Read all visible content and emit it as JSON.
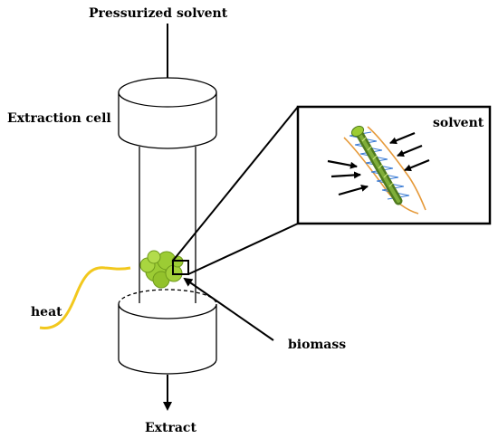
{
  "labels": {
    "pressurized_solvent": "Pressurized solvent",
    "extraction_cell": "Extraction cell",
    "solvent": "solvent",
    "heat": "heat",
    "biomass": "biomass",
    "extract": "Extract"
  },
  "colors": {
    "line": "#000000",
    "heat_wire": "#f2c81d",
    "biomass": "#9ccc34",
    "biomass_dark": "#6f9a1c",
    "fiber_green": "#4f7a1e",
    "fiber_blue": "#3a7bd5",
    "fiber_orange": "#e69a3a"
  },
  "icons": [
    "inlet-arrow",
    "outlet-arrow",
    "zoom-box",
    "biomass-cluster",
    "heat-wire",
    "fiber-bundle"
  ]
}
